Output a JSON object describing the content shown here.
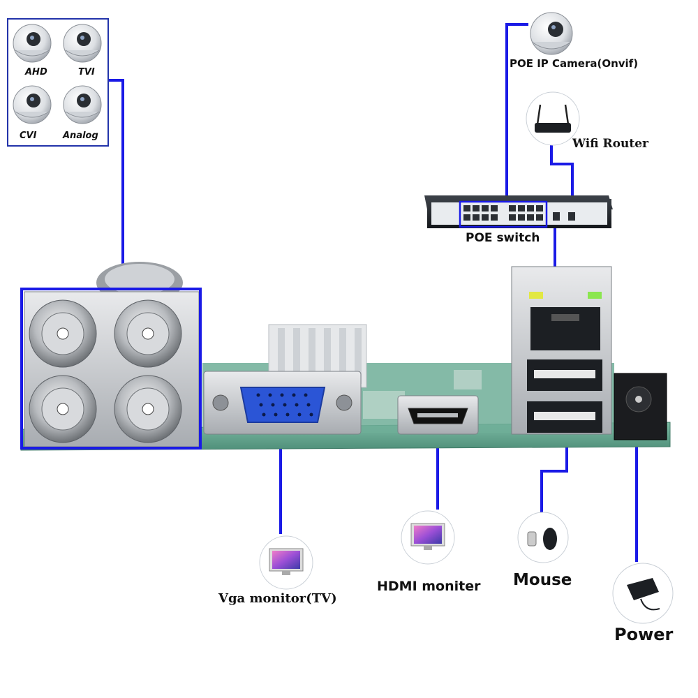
{
  "cameras": {
    "ahd": "AHD",
    "tvi": "TVI",
    "cvi": "CVI",
    "analog": "Analog"
  },
  "network": {
    "poe_camera": "POE IP Camera(Onvif)",
    "wifi_router": "Wifi Router",
    "poe_switch": "POE switch"
  },
  "outputs": {
    "vga": "Vga monitor(TV)",
    "hdmi": "HDMI moniter",
    "mouse": "Mouse",
    "power": "Power"
  },
  "colors": {
    "wire": "#1a1ae6",
    "vga_port": "#2b55d6",
    "pcb": "#5fa38d"
  },
  "icons": {
    "camera": "dome-camera-icon",
    "router": "router-icon",
    "switch": "poe-switch-icon",
    "monitor": "monitor-icon",
    "mouse": "mouse-icon",
    "power": "power-adapter-icon"
  }
}
